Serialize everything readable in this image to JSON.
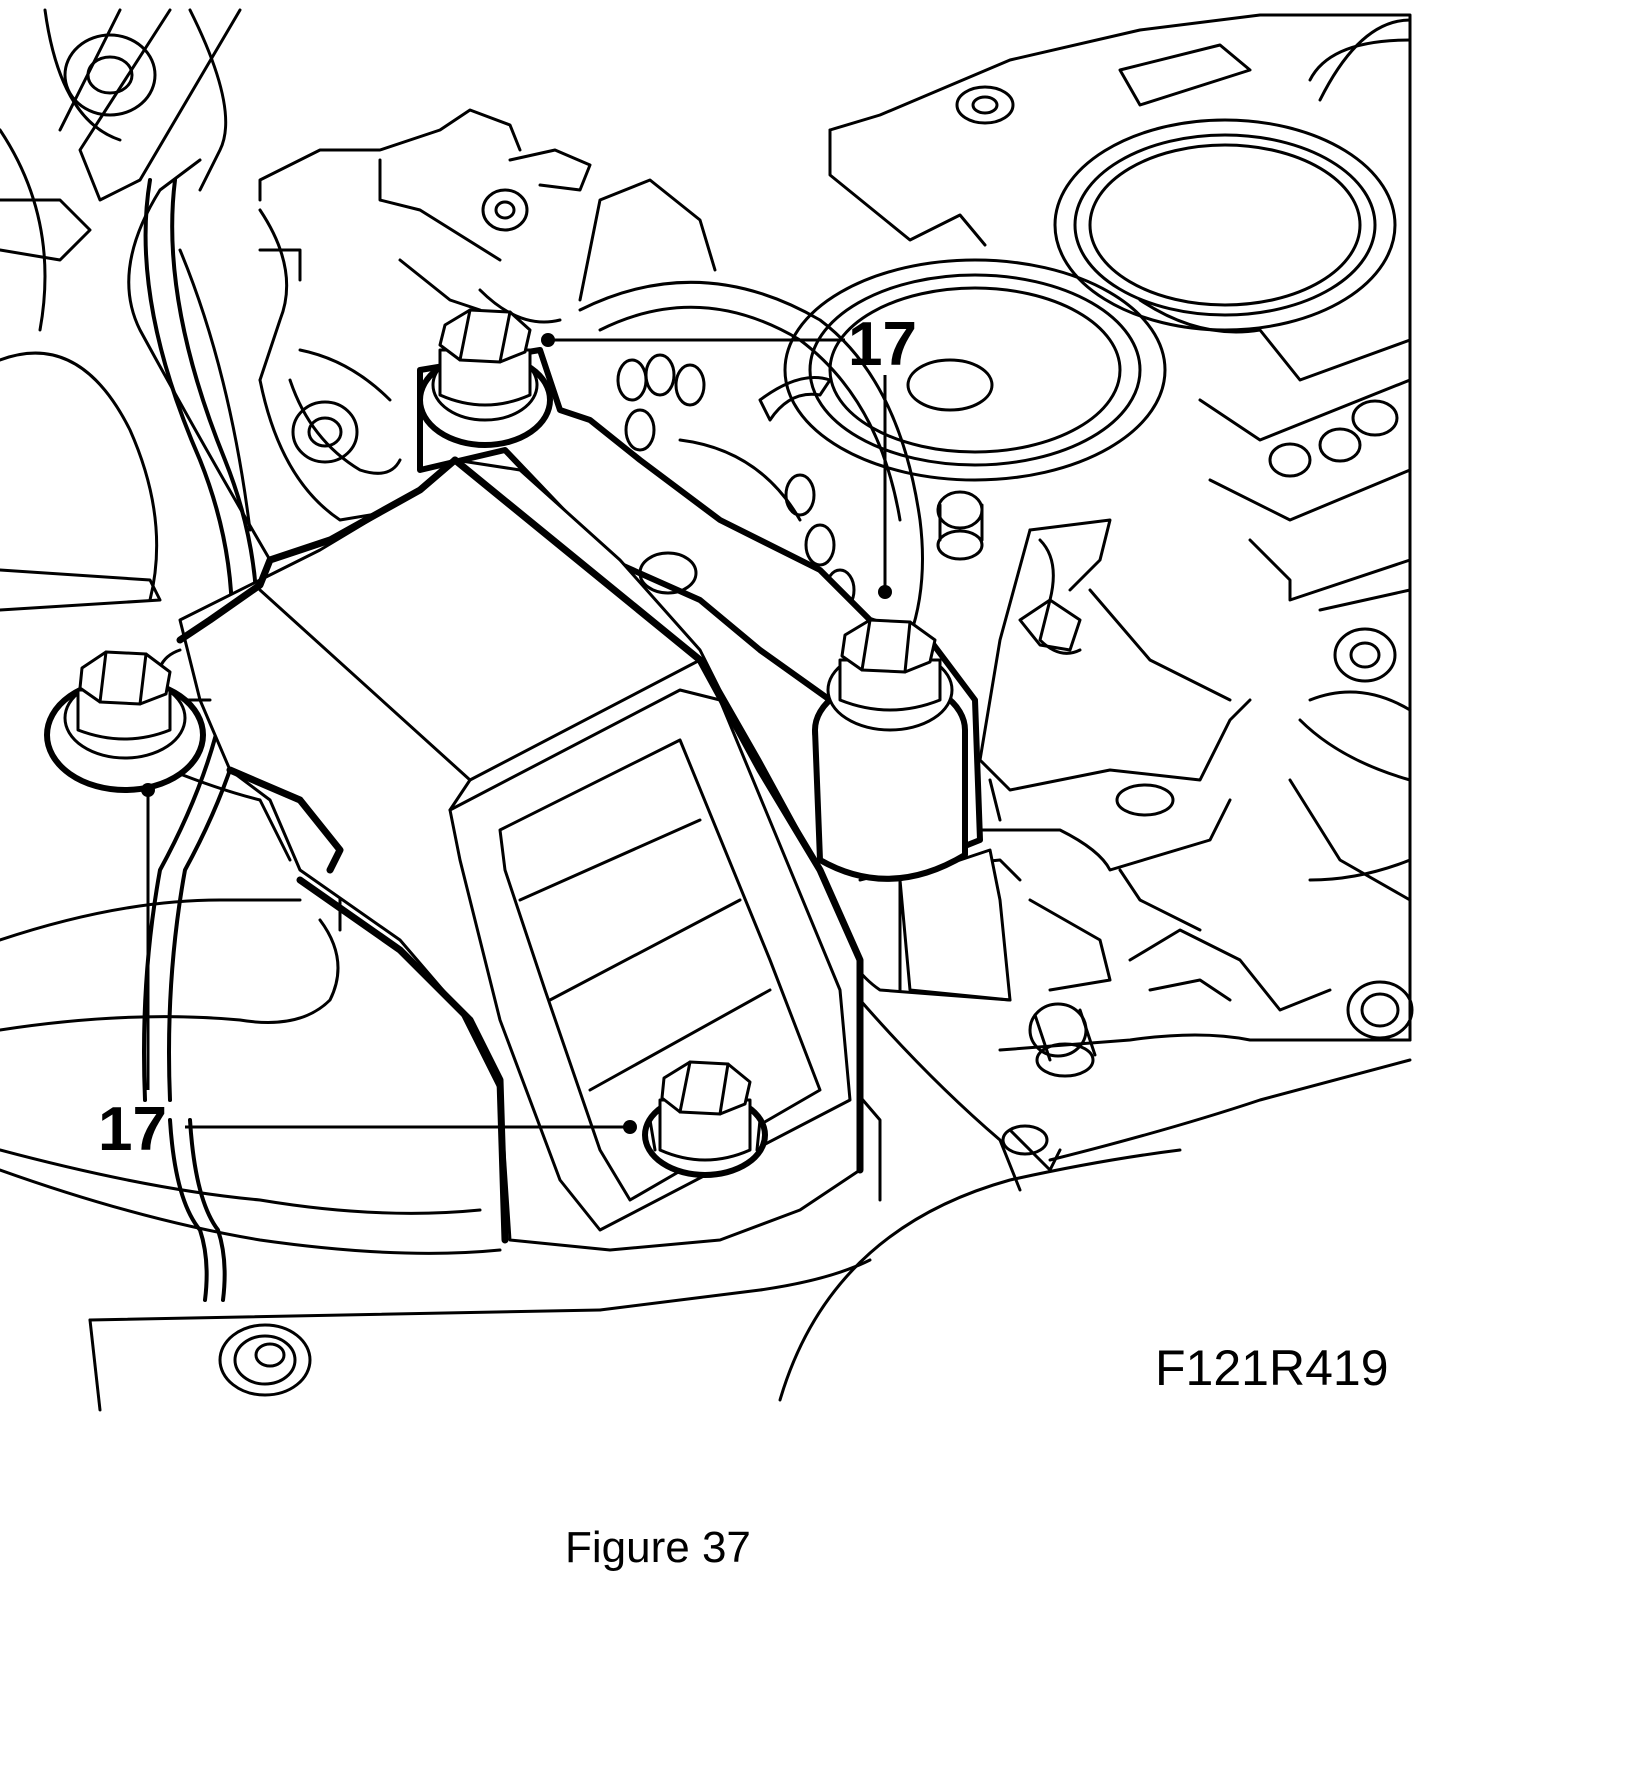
{
  "figure": {
    "caption": "Figure 37",
    "drawing_code": "F121R419",
    "callouts": [
      {
        "id": "top",
        "label": "17"
      },
      {
        "id": "bottom",
        "label": "17"
      }
    ]
  }
}
